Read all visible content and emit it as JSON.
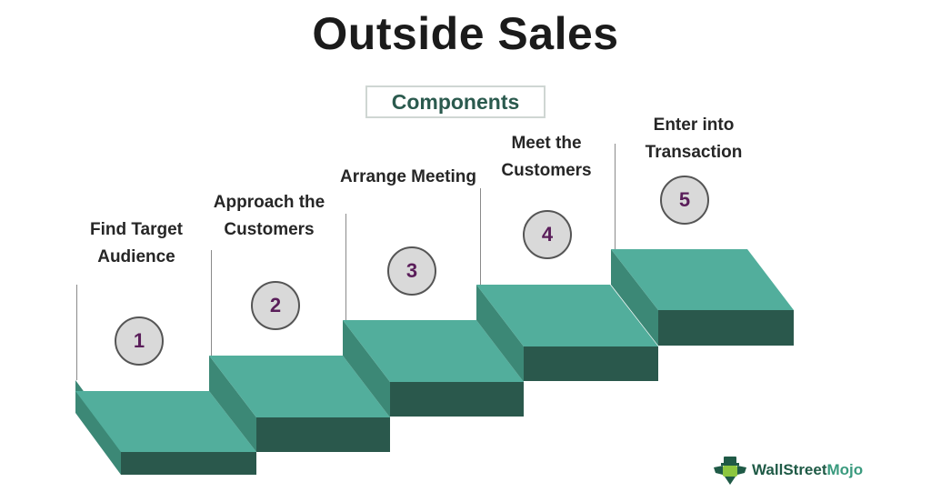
{
  "title": "Outside Sales",
  "subtitle": "Components",
  "colors": {
    "step_top": "#52ae9c",
    "step_front": "#2a584c",
    "step_side": "#3c8876",
    "circle_fill": "#d9d9d9",
    "number_color": "#5a1e5a",
    "subtitle_color": "#2b5a4e"
  },
  "steps": [
    {
      "number": "1",
      "label_line1": "Find Target",
      "label_line2": "Audience"
    },
    {
      "number": "2",
      "label_line1": "Approach the",
      "label_line2": "Customers"
    },
    {
      "number": "3",
      "label_line1": "Arrange Meeting",
      "label_line2": ""
    },
    {
      "number": "4",
      "label_line1": "Meet the",
      "label_line2": "Customers"
    },
    {
      "number": "5",
      "label_line1": "Enter into",
      "label_line2": "Transaction"
    }
  ],
  "logo": {
    "part1": "WallStreet",
    "part2": "Mojo",
    "icon": "mascot-icon"
  }
}
